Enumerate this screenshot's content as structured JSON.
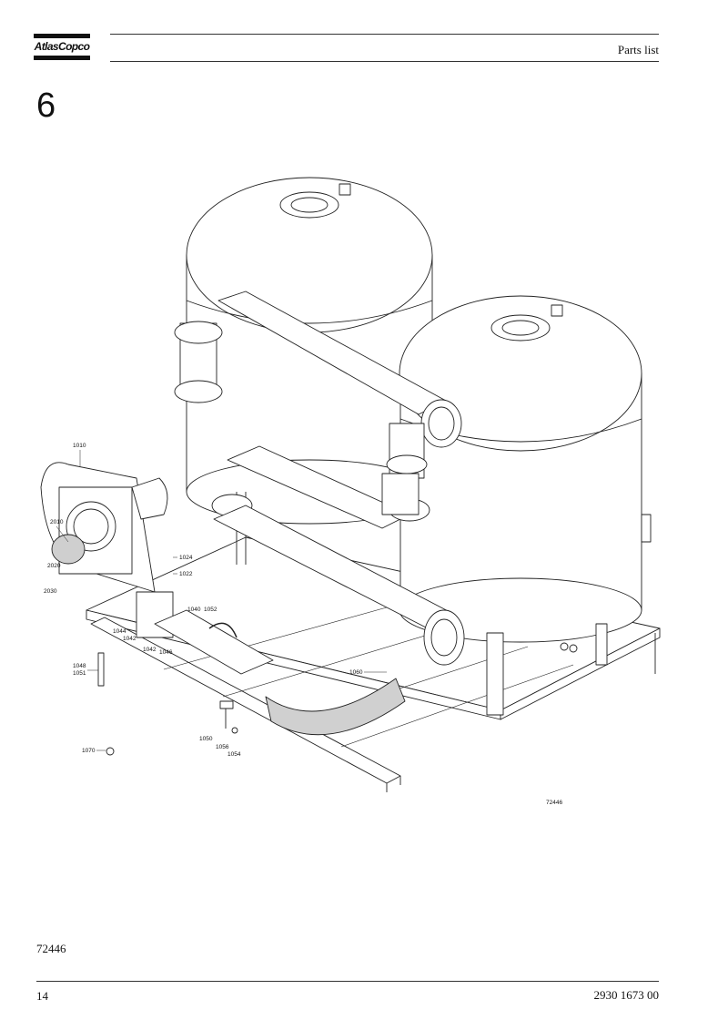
{
  "header": {
    "brand": "AtlasCopco",
    "title": "Parts list"
  },
  "section": {
    "number": "6"
  },
  "drawing": {
    "reference": "72446",
    "callouts": {
      "c1010": "1010",
      "c2010": "2010",
      "c2020": "2020",
      "c2030": "2030",
      "c1024": "1024",
      "c1022": "1022",
      "c1040": "1040",
      "c1052": "1052",
      "c1044": "1044",
      "c1042a": "1042",
      "c1042b": "1042",
      "c1046": "1046",
      "c1048": "1048",
      "c1051": "1051",
      "c1060": "1060",
      "c1050": "1050",
      "c1056": "1056",
      "c1054": "1054",
      "c1070": "1070"
    }
  },
  "footer": {
    "figure_id": "72446",
    "page_number": "14",
    "document_number": "2930 1673 00"
  }
}
